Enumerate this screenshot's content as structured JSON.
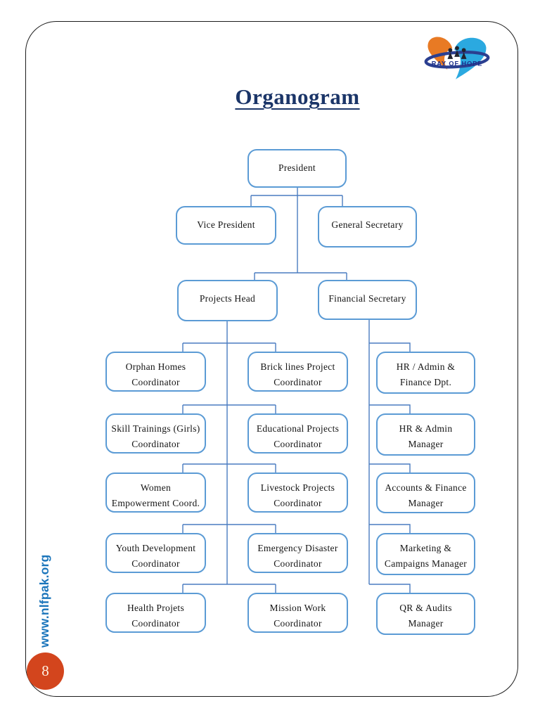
{
  "page": {
    "title": "Organogram",
    "website": "www.nlfpak.org",
    "page_number": "8",
    "logo": {
      "text": "RAY OF HOPE"
    }
  },
  "chart": {
    "type": "org-chart",
    "accent_colors": {
      "box_border": "#5b9bd5",
      "connector": "#4a7cc0",
      "title": "#1b3568",
      "website": "#1b75bb",
      "page_badge": "#d3451d"
    },
    "nodes": {
      "president": {
        "line1": "President",
        "reports_to": null
      },
      "vice_president": {
        "line1": "Vice President",
        "reports_to": "president"
      },
      "general_secretary": {
        "line1": "General Secretary",
        "reports_to": "president"
      },
      "projects_head": {
        "line1": "Projects Head",
        "reports_to": "president"
      },
      "financial_secretary": {
        "line1": "Financial Secretary",
        "reports_to": "president"
      },
      "orphan_homes": {
        "line1": "Orphan Homes",
        "line2": "Coordinator",
        "reports_to": "projects_head"
      },
      "brick_lines": {
        "line1": "Brick lines Project",
        "line2": "Coordinator",
        "reports_to": "projects_head"
      },
      "skill_trainings": {
        "line1": "Skill Trainings (Girls)",
        "line2": "Coordinator",
        "reports_to": "projects_head"
      },
      "educational_projects": {
        "line1": "Educational Projects",
        "line2": "Coordinator",
        "reports_to": "projects_head"
      },
      "women_empowerment": {
        "line1": "Women",
        "line2": "Empowerment Coord.",
        "reports_to": "projects_head"
      },
      "livestock_projects": {
        "line1": "Livestock Projects",
        "line2": "Coordinator",
        "reports_to": "projects_head"
      },
      "youth_development": {
        "line1": "Youth Development",
        "line2": "Coordinator",
        "reports_to": "projects_head"
      },
      "emergency_disaster": {
        "line1": "Emergency Disaster",
        "line2": "Coordinator",
        "reports_to": "projects_head"
      },
      "health_projects": {
        "line1": "Health Projets",
        "line2": "Coordinator",
        "reports_to": "projects_head"
      },
      "mission_work": {
        "line1": "Mission Work",
        "line2": "Coordinator",
        "reports_to": "projects_head"
      },
      "hr_admin_finance_dept": {
        "line1": "HR / Admin &",
        "line2": "Finance Dpt.",
        "reports_to": "financial_secretary"
      },
      "hr_admin_manager": {
        "line1": "HR & Admin",
        "line2": "Manager",
        "reports_to": "financial_secretary"
      },
      "accounts_finance_manager": {
        "line1": "Accounts & Finance",
        "line2": "Manager",
        "reports_to": "financial_secretary"
      },
      "marketing_campaigns_manager": {
        "line1": "Marketing &",
        "line2": "Campaigns Manager",
        "reports_to": "financial_secretary"
      },
      "qr_audits_manager": {
        "line1": "QR & Audits",
        "line2": "Manager",
        "reports_to": "financial_secretary"
      }
    }
  }
}
